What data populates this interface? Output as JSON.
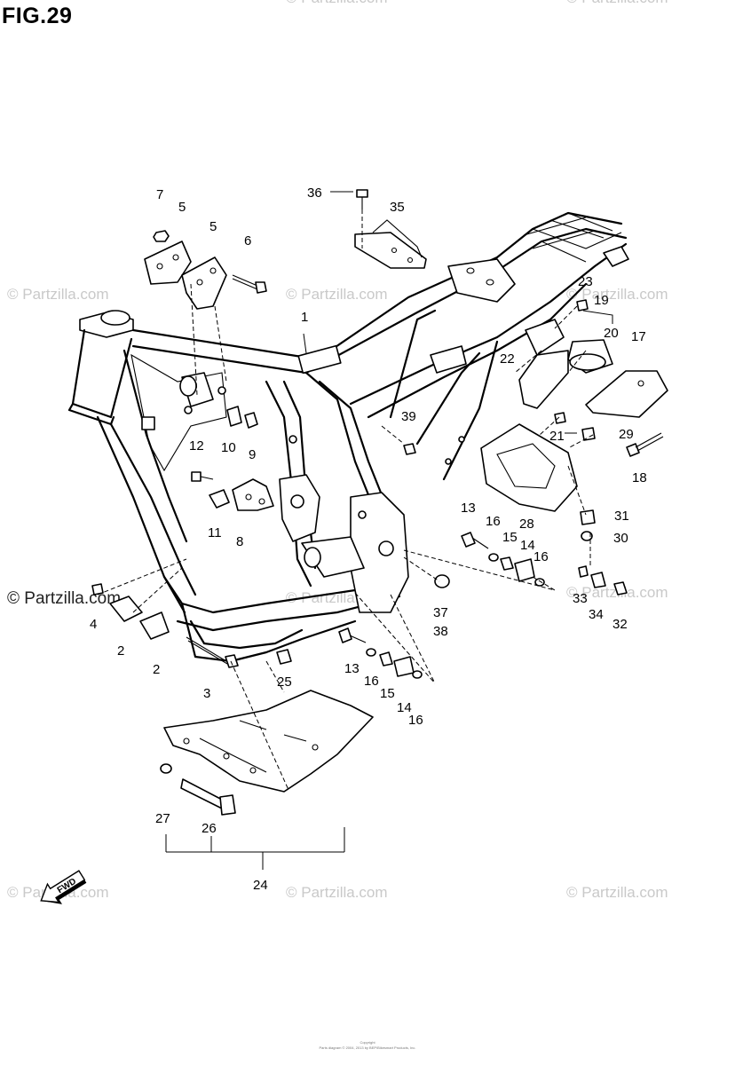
{
  "figure": {
    "title": "FIG.29"
  },
  "watermark": {
    "text": "© Partzilla.com"
  },
  "footer": {
    "line1": "Copyright",
    "line2": "Parts diagram © 2004, 2013 by BEP/Bikesmart Products, Inc."
  },
  "callouts": [
    "1",
    "2",
    "2",
    "3",
    "4",
    "5",
    "5",
    "6",
    "7",
    "8",
    "9",
    "10",
    "11",
    "12",
    "13",
    "13",
    "14",
    "14",
    "15",
    "15",
    "16",
    "16",
    "16",
    "16",
    "17",
    "18",
    "19",
    "20",
    "21",
    "22",
    "23",
    "24",
    "25",
    "26",
    "27",
    "28",
    "29",
    "30",
    "31",
    "32",
    "33",
    "34",
    "35",
    "36",
    "37",
    "38",
    "39"
  ],
  "icons": {
    "fwd": "fwd-arrow-icon"
  },
  "fwd_label": "FWD"
}
